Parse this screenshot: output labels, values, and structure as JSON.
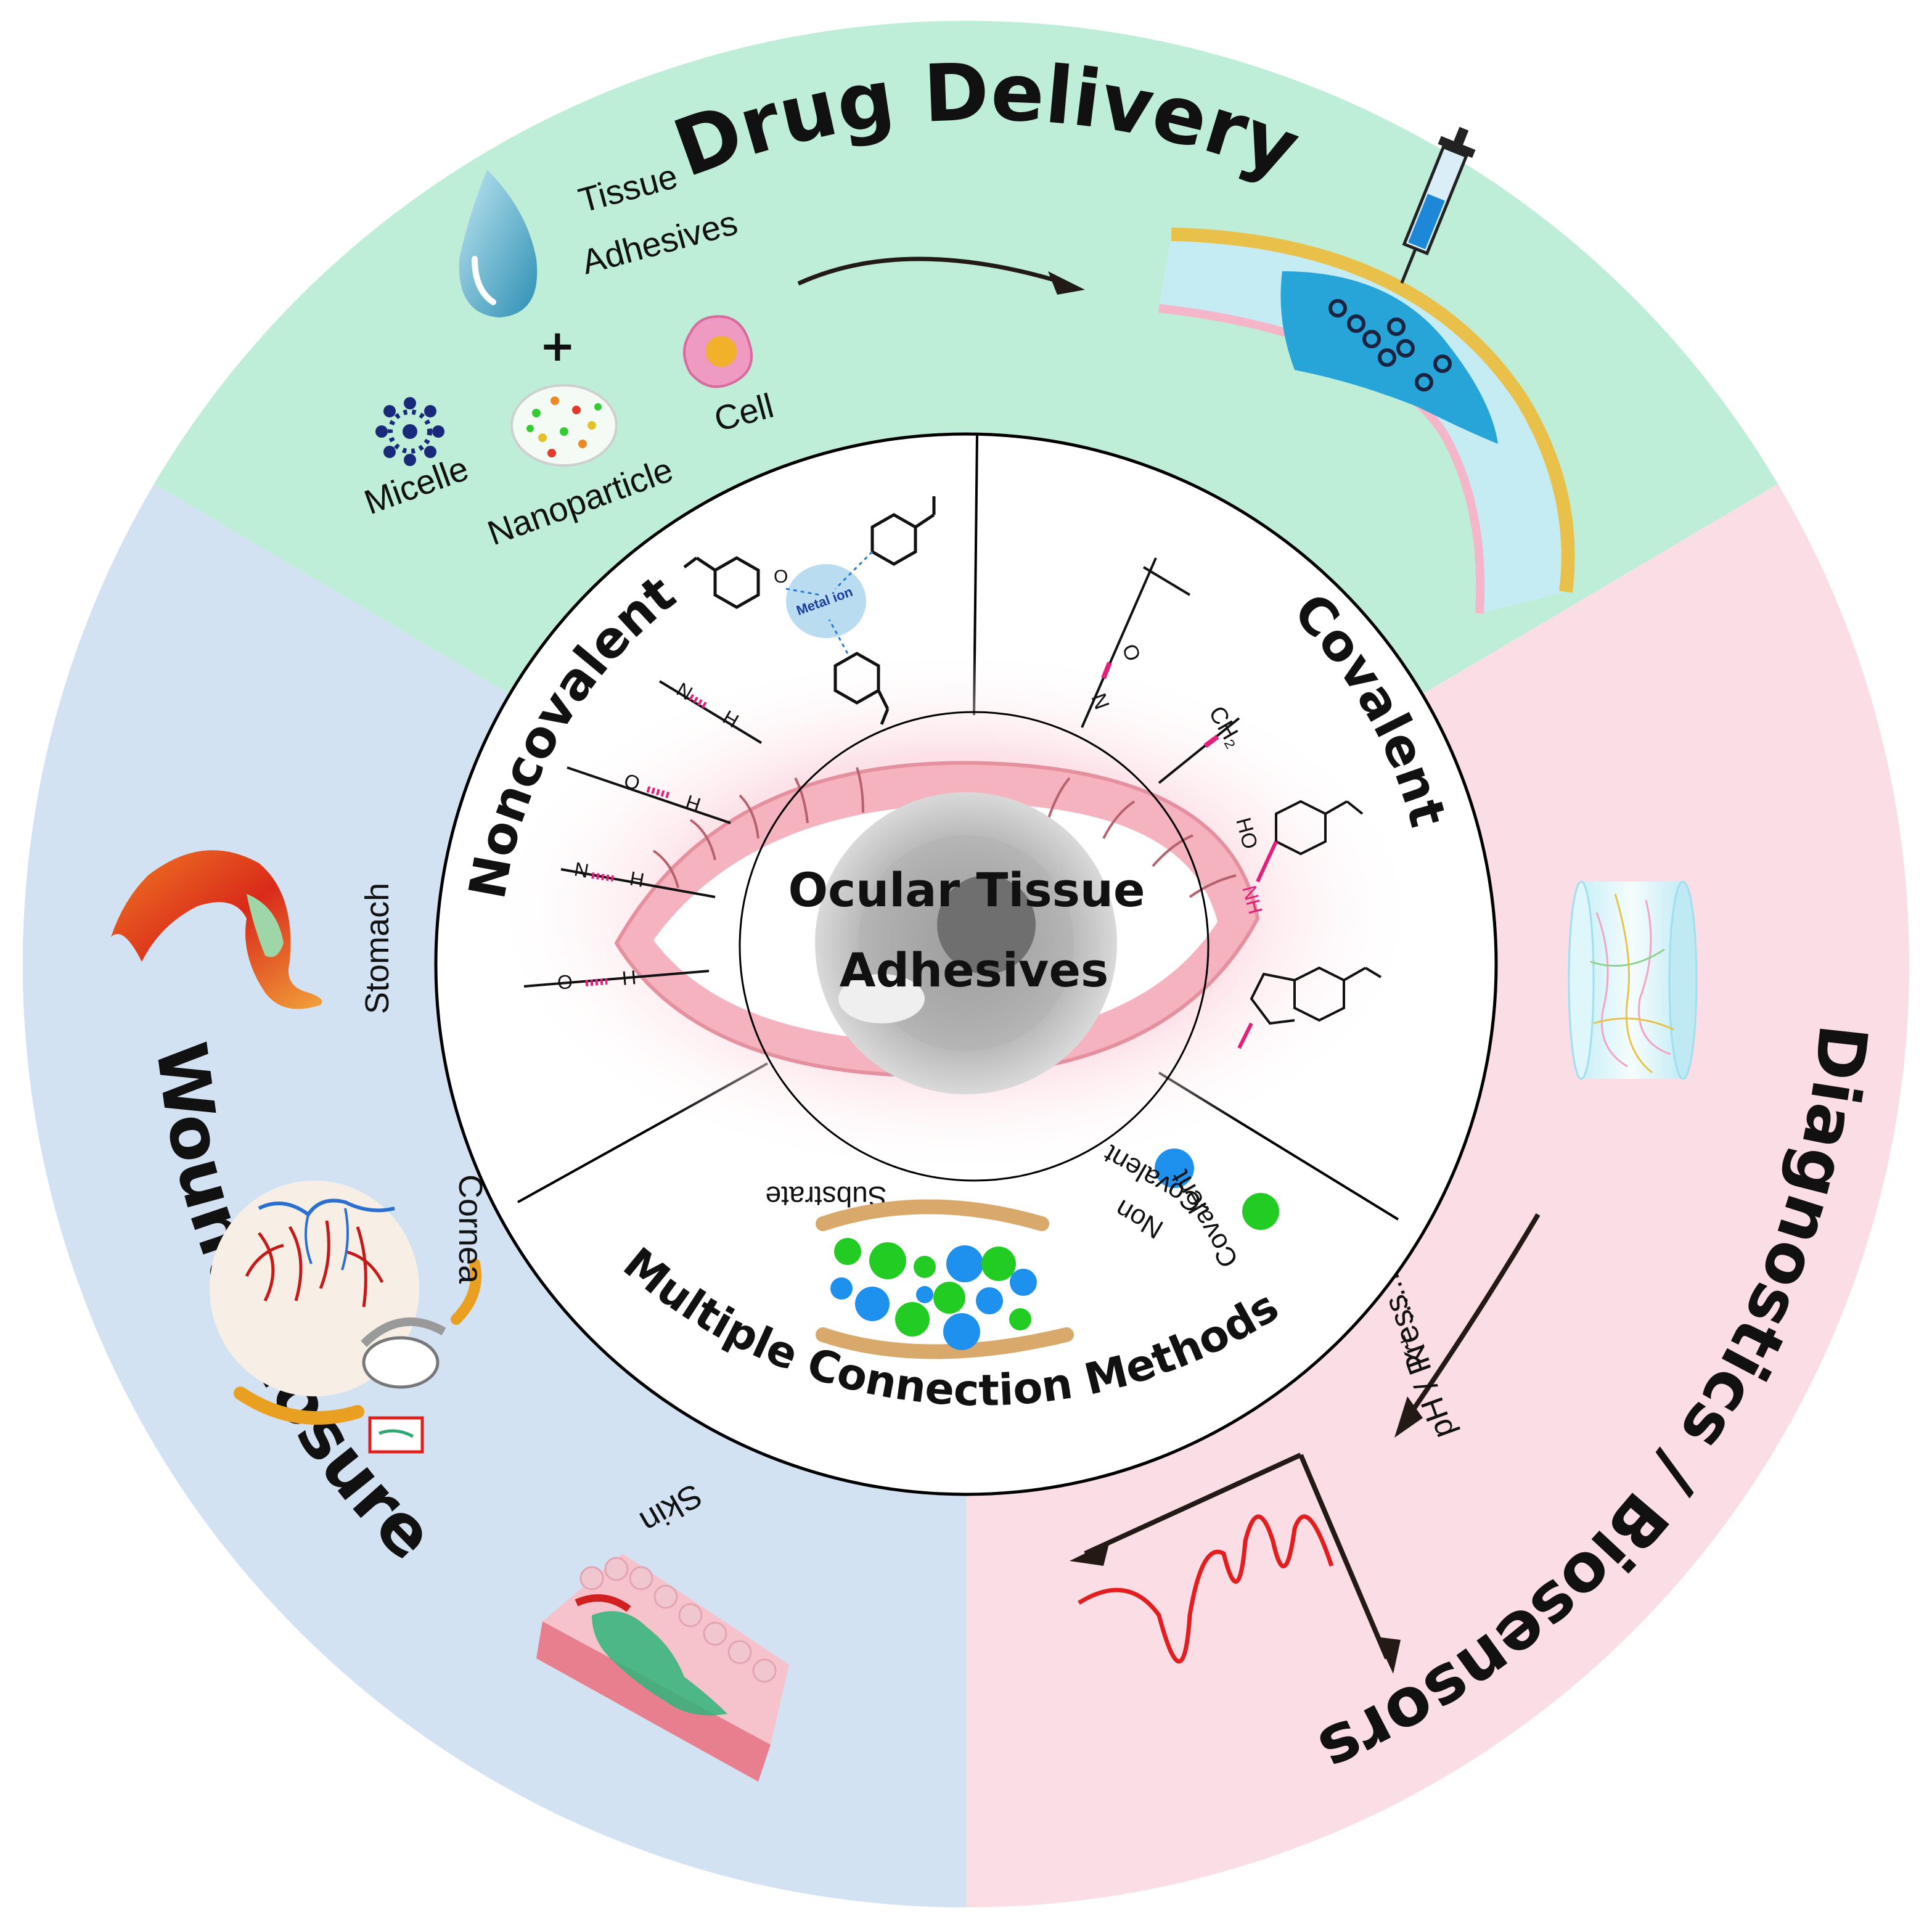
{
  "center": {
    "title_line1": "Ocular Tissue",
    "title_line2": "Adhesives"
  },
  "sections": {
    "drug_delivery": "Drug Delivery",
    "diagnostics": "Diagnostics / Biosensors",
    "wound_closure": "Wound Closure"
  },
  "inner_sections": {
    "noncovalent": "Noncovalent",
    "covalent": "Covalent",
    "multiple": "Multiple Connection Methods"
  },
  "drug_delivery_labels": {
    "tissue": "Tissue",
    "adhesives": "Adhesives",
    "plus": "+",
    "micelle": "Micelle",
    "nanoparticle": "Nanoparticle",
    "cell": "Cell"
  },
  "chemistry_labels": {
    "metal_ion": "Metal ion",
    "oxygen": "O",
    "nitrogen": "N",
    "hydrogen": "H",
    "ch2": "CH₂",
    "nh": "NH",
    "ho": "HO"
  },
  "multiple_labels": {
    "substrate": "Substrate",
    "noncovalent": "Non",
    "noncovalent2": "-Covalent",
    "covalent": "Covalent"
  },
  "diagnostics_labels": {
    "ph_press": "pH / Press",
    "k_plus": "K⁺ ......"
  },
  "wound_labels": {
    "stomach": "Stomach",
    "cornea": "Cornea",
    "skin": "Skin"
  },
  "colors": {
    "drug_delivery_bg": "#bfeed8",
    "diagnostics_bg": "#fbdde6",
    "wound_closure_bg": "#d3e2f3",
    "accent_pink": "#e2207a",
    "particle_green": "#22cc22",
    "particle_blue": "#1e90ee",
    "substrate_tan": "#d8a96a"
  }
}
